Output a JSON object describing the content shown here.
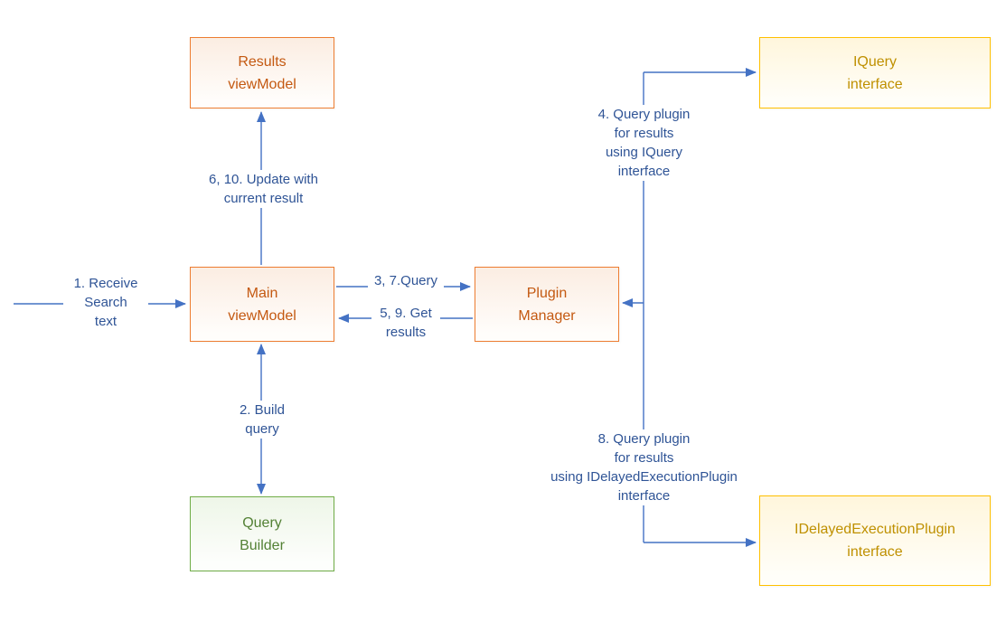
{
  "boxes": {
    "results_viewmodel": {
      "label": "Results\nviewModel"
    },
    "iquery_interface": {
      "label": "IQuery\ninterface"
    },
    "main_viewmodel": {
      "label": "Main\nviewModel"
    },
    "plugin_manager": {
      "label": "Plugin\nManager"
    },
    "query_builder": {
      "label": "Query\nBuilder"
    },
    "idelayedexecutionplugin_interface": {
      "label": "IDelayedExecutionPlugin\ninterface"
    }
  },
  "connector_labels": {
    "receive_search_text": "1. Receive\nSearch\ntext",
    "update_with_current_result": "6, 10. Update with\ncurrent result",
    "query": "3, 7.Query",
    "get_results": "5, 9. Get\nresults",
    "build_query": "2. Build\nquery",
    "query_plugin_iquery": "4. Query plugin\nfor results\nusing IQuery\ninterface",
    "query_plugin_idelayed": "8. Query plugin\nfor results\nusing IDelayedExecutionPlugin\ninterface"
  },
  "colors": {
    "connector_blue": "#4472C4",
    "label_text_blue": "#2F5496",
    "orange_border": "#ED7D31",
    "orange_text": "#C45911",
    "gold_border": "#FFC000",
    "gold_text": "#BF9000",
    "green_border": "#70AD47",
    "green_text": "#538135"
  }
}
